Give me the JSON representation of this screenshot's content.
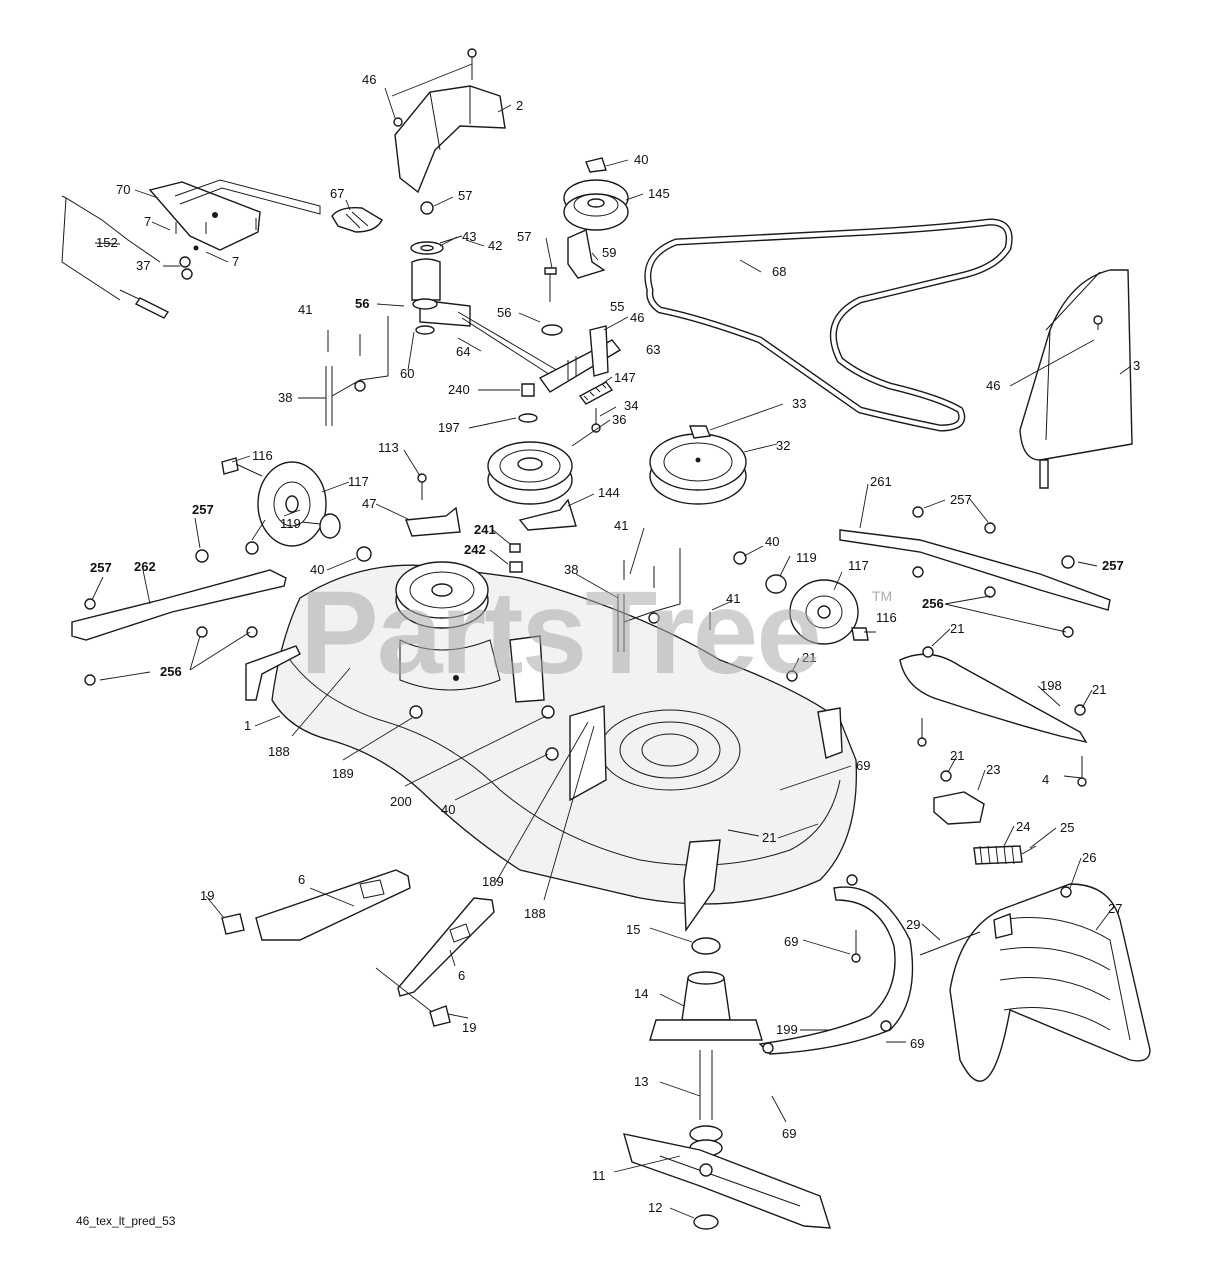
{
  "watermark": "PartsTree",
  "watermark_tm": "TM",
  "diagram_code": "46_tex_lt_pred_53",
  "callouts": {
    "c46a": "46",
    "c2": "2",
    "c40a": "40",
    "c70": "70",
    "c67": "67",
    "c57a": "57",
    "c145": "145",
    "c7a": "7",
    "c43": "43",
    "c152": "152",
    "c42": "42",
    "c57b": "57",
    "c59": "59",
    "c37": "37",
    "c7b": "7",
    "c68": "68",
    "c56a": "56",
    "c55": "55",
    "c41a": "41",
    "c56b": "56",
    "c46b": "46",
    "c64": "64",
    "c60": "60",
    "c63": "63",
    "c46c": "46",
    "c3": "3",
    "c240": "240",
    "c147": "147",
    "c38a": "38",
    "c197": "197",
    "c34": "34",
    "c33": "33",
    "c36": "36",
    "c32": "32",
    "c116a": "116",
    "c113": "113",
    "c117a": "117",
    "c47": "47",
    "c144": "144",
    "c261": "261",
    "c257a": "257",
    "c257b": "257",
    "c119a": "119",
    "c241": "241",
    "c41b": "41",
    "c40b": "40",
    "c242": "242",
    "c40c": "40",
    "c119b": "119",
    "c117b": "117",
    "c257c": "257",
    "c257d": "257",
    "c262": "262",
    "c38b": "38",
    "c41c": "41",
    "c256a": "256",
    "c116b": "116",
    "c21a": "21",
    "c256b": "256",
    "c21b": "21",
    "c198": "198",
    "c21c": "21",
    "c1": "1",
    "c188a": "188",
    "c189a": "189",
    "c200": "200",
    "c69a": "69",
    "c21d": "21",
    "c23": "23",
    "c4": "4",
    "c40d": "40",
    "c24": "24",
    "c25": "25",
    "c21e": "21",
    "c189b": "189",
    "c26": "26",
    "c6a": "6",
    "c19a": "19",
    "c188b": "188",
    "c29": "29",
    "c27": "27",
    "c15": "15",
    "c69b": "69",
    "c6b": "6",
    "c14": "14",
    "c19b": "19",
    "c199": "199",
    "c69c": "69",
    "c13": "13",
    "c69d": "69",
    "c11": "11",
    "c12": "12"
  }
}
